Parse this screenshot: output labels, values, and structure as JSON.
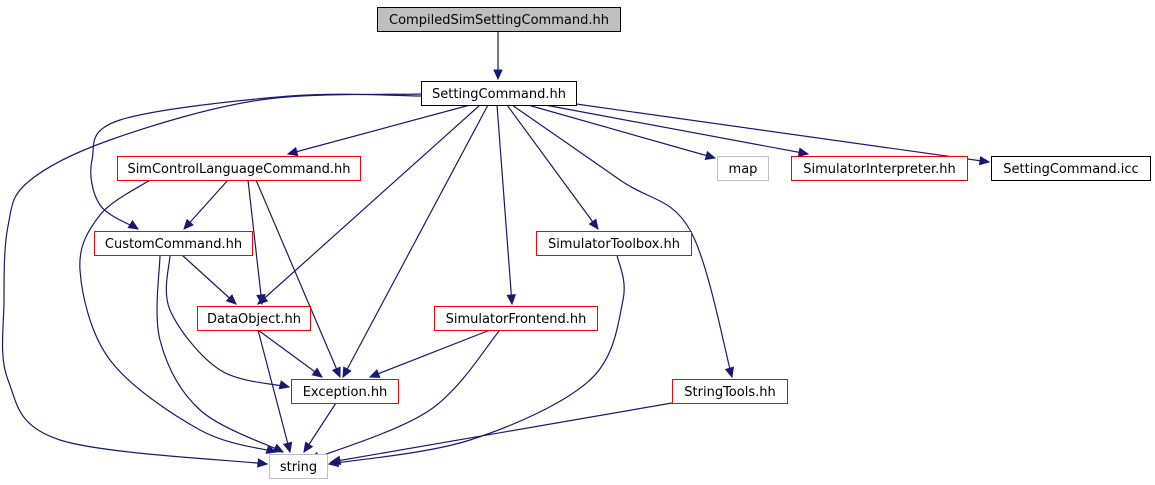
{
  "diagram": {
    "colors": {
      "edge": "#191970",
      "highlight_fill": "#bfbfbf",
      "default_border": "#000000",
      "missing_border": "#ff0000",
      "external_border": "#bfbfbf"
    },
    "nodes": [
      {
        "id": "compiled",
        "label": "CompiledSimSettingCommand.hh",
        "style": "highlight"
      },
      {
        "id": "setting",
        "label": "SettingCommand.hh",
        "style": "default"
      },
      {
        "id": "simcontrol",
        "label": "SimControlLanguageCommand.hh",
        "style": "missing"
      },
      {
        "id": "map",
        "label": "map",
        "style": "external"
      },
      {
        "id": "interp",
        "label": "SimulatorInterpreter.hh",
        "style": "missing"
      },
      {
        "id": "icc",
        "label": "SettingCommand.icc",
        "style": "default"
      },
      {
        "id": "custom",
        "label": "CustomCommand.hh",
        "style": "missing"
      },
      {
        "id": "toolbox",
        "label": "SimulatorToolbox.hh",
        "style": "missing"
      },
      {
        "id": "dataobj",
        "label": "DataObject.hh",
        "style": "missing"
      },
      {
        "id": "frontend",
        "label": "SimulatorFrontend.hh",
        "style": "missing"
      },
      {
        "id": "exception",
        "label": "Exception.hh",
        "style": "missing"
      },
      {
        "id": "stringtools",
        "label": "StringTools.hh",
        "style": "missing"
      },
      {
        "id": "string",
        "label": "string",
        "style": "external"
      }
    ],
    "edges": [
      {
        "from": "compiled",
        "to": "setting"
      },
      {
        "from": "setting",
        "to": "simcontrol"
      },
      {
        "from": "setting",
        "to": "custom"
      },
      {
        "from": "setting",
        "to": "string"
      },
      {
        "from": "setting",
        "to": "dataobj"
      },
      {
        "from": "setting",
        "to": "exception"
      },
      {
        "from": "setting",
        "to": "frontend"
      },
      {
        "from": "setting",
        "to": "toolbox"
      },
      {
        "from": "setting",
        "to": "stringtools"
      },
      {
        "from": "setting",
        "to": "map"
      },
      {
        "from": "setting",
        "to": "interp"
      },
      {
        "from": "setting",
        "to": "icc"
      },
      {
        "from": "simcontrol",
        "to": "custom"
      },
      {
        "from": "simcontrol",
        "to": "dataobj"
      },
      {
        "from": "simcontrol",
        "to": "exception"
      },
      {
        "from": "simcontrol",
        "to": "string"
      },
      {
        "from": "custom",
        "to": "dataobj"
      },
      {
        "from": "custom",
        "to": "exception"
      },
      {
        "from": "custom",
        "to": "string"
      },
      {
        "from": "dataobj",
        "to": "exception"
      },
      {
        "from": "dataobj",
        "to": "string"
      },
      {
        "from": "frontend",
        "to": "exception"
      },
      {
        "from": "frontend",
        "to": "string"
      },
      {
        "from": "toolbox",
        "to": "string"
      },
      {
        "from": "exception",
        "to": "string"
      },
      {
        "from": "stringtools",
        "to": "string"
      }
    ]
  }
}
